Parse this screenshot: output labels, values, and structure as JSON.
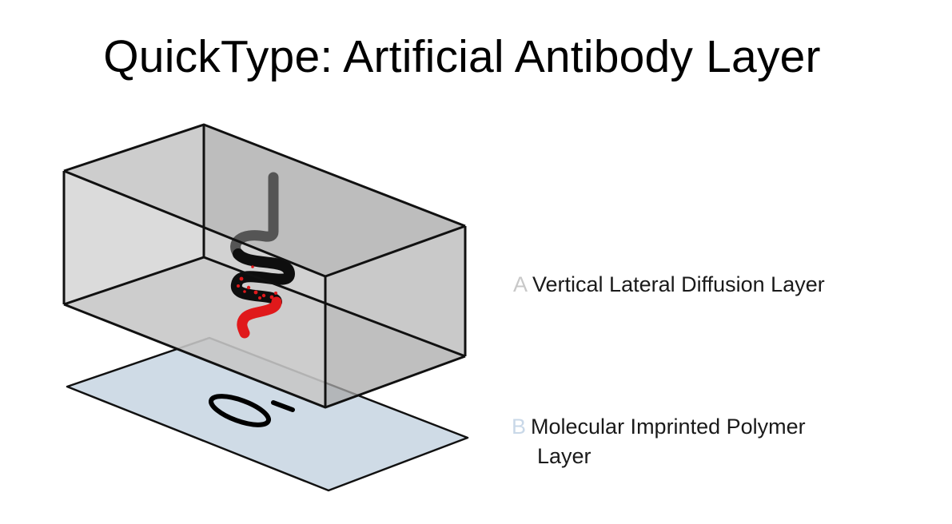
{
  "title": "QuickType: Artificial Antibody Layer",
  "labels": {
    "a": {
      "letter": "A",
      "text": "Vertical Lateral Diffusion Layer",
      "letter_color": "#c8c8c8"
    },
    "b": {
      "letter": "B",
      "line1": "Molecular Imprinted Polymer",
      "line2": "Layer",
      "letter_color": "#c9d8e8"
    }
  },
  "colors": {
    "box_front": "#d6d6d6",
    "box_back": "#bdbdbd",
    "base_plane": "#cfdbe6",
    "molecule_dark": "#111111",
    "molecule_grey": "#5a5a5a",
    "molecule_red": "#e0191b"
  }
}
